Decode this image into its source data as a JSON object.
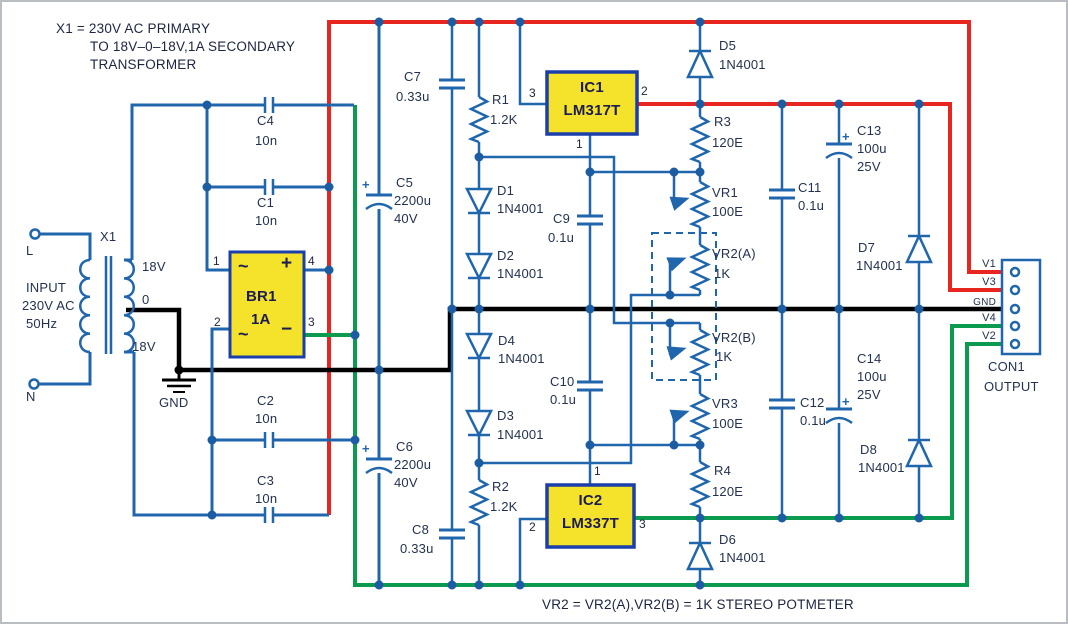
{
  "colors": {
    "wire_blue": "#1f66ad",
    "wire_red": "#e8251f",
    "wire_green": "#0c9b4e",
    "wire_black": "#000000",
    "component_fill": "#f5e32b",
    "component_border": "#1b3faa",
    "label_text": "#233250"
  },
  "notes": {
    "transformer_line1": "X1 = 230V AC PRIMARY",
    "transformer_line2": "TO 18V–0–18V,1A SECONDARY",
    "transformer_line3": "TRANSFORMER",
    "potmeter": "VR2 = VR2(A),VR2(B) = 1K STEREO POTMETER"
  },
  "input": {
    "line1": "INPUT",
    "line2": "230V AC",
    "line3": "50Hz",
    "terminal_live": "L",
    "terminal_neutral": "N"
  },
  "transformer": {
    "ref": "X1",
    "secondary_top": "18V",
    "secondary_center": "0",
    "secondary_bottom": "18V"
  },
  "ground": {
    "label": "GND"
  },
  "bridge": {
    "ref": "BR1",
    "value": "1A",
    "pin1": "1",
    "pin2": "2",
    "pin3": "3",
    "pin4": "4",
    "ac1": "~",
    "ac2": "~",
    "plus": "+",
    "minus": "−"
  },
  "regulators": {
    "ic1": {
      "ref": "IC1",
      "part": "LM317T",
      "pin_input": "3",
      "pin_output": "2",
      "pin_adjust": "1"
    },
    "ic2": {
      "ref": "IC2",
      "part": "LM337T",
      "pin_input": "2",
      "pin_output": "3",
      "pin_adjust": "1"
    }
  },
  "capacitors": {
    "c1": {
      "ref": "C1",
      "value": "10n"
    },
    "c2": {
      "ref": "C2",
      "value": "10n"
    },
    "c3": {
      "ref": "C3",
      "value": "10n"
    },
    "c4": {
      "ref": "C4",
      "value": "10n"
    },
    "c5": {
      "ref": "C5",
      "value": "2200u",
      "voltage": "40V",
      "polarity": "+"
    },
    "c6": {
      "ref": "C6",
      "value": "2200u",
      "voltage": "40V",
      "polarity": "+"
    },
    "c7": {
      "ref": "C7",
      "value": "0.33u"
    },
    "c8": {
      "ref": "C8",
      "value": "0.33u"
    },
    "c9": {
      "ref": "C9",
      "value": "0.1u"
    },
    "c10": {
      "ref": "C10",
      "value": "0.1u"
    },
    "c11": {
      "ref": "C11",
      "value": "0.1u"
    },
    "c12": {
      "ref": "C12",
      "value": "0.1u"
    },
    "c13": {
      "ref": "C13",
      "value": "100u",
      "voltage": "25V",
      "polarity": "+"
    },
    "c14": {
      "ref": "C14",
      "value": "100u",
      "voltage": "25V",
      "polarity": "+"
    }
  },
  "resistors": {
    "r1": {
      "ref": "R1",
      "value": "1.2K"
    },
    "r2": {
      "ref": "R2",
      "value": "1.2K"
    },
    "r3": {
      "ref": "R3",
      "value": "120E"
    },
    "r4": {
      "ref": "R4",
      "value": "120E"
    }
  },
  "potentiometers": {
    "vr1": {
      "ref": "VR1",
      "value": "100E"
    },
    "vr2a": {
      "ref": "VR2(A)",
      "value": "1K"
    },
    "vr2b": {
      "ref": "VR2(B)",
      "value": "1K"
    },
    "vr3": {
      "ref": "VR3",
      "value": "100E"
    }
  },
  "diodes": {
    "d1": {
      "ref": "D1",
      "part": "1N4001"
    },
    "d2": {
      "ref": "D2",
      "part": "1N4001"
    },
    "d3": {
      "ref": "D3",
      "part": "1N4001"
    },
    "d4": {
      "ref": "D4",
      "part": "1N4001"
    },
    "d5": {
      "ref": "D5",
      "part": "1N4001"
    },
    "d6": {
      "ref": "D6",
      "part": "1N4001"
    },
    "d7": {
      "ref": "D7",
      "part": "1N4001"
    },
    "d8": {
      "ref": "D8",
      "part": "1N4001"
    }
  },
  "connector": {
    "ref": "CON1",
    "label": "OUTPUT",
    "pins": [
      "V1",
      "V3",
      "GND",
      "V4",
      "V2"
    ]
  }
}
